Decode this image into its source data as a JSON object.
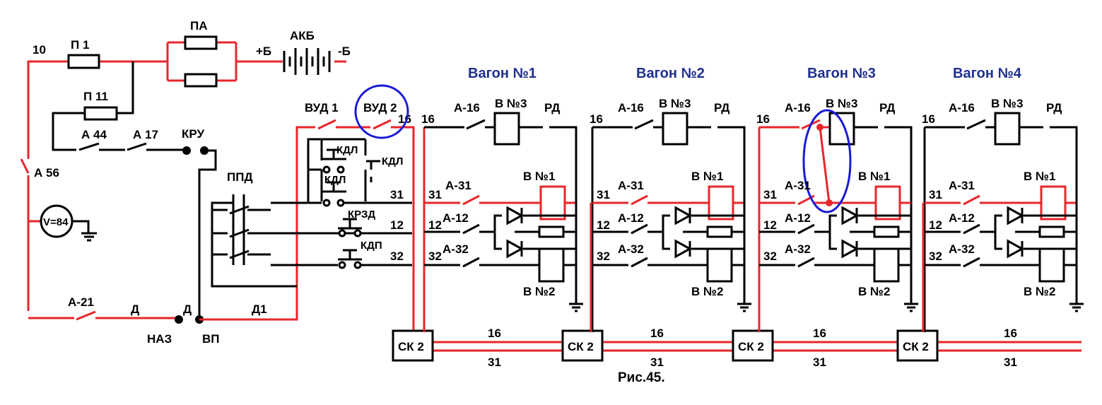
{
  "left": {
    "wire_10": "10",
    "fuse_p1": "П 1",
    "fuse_pa": "ПА",
    "battery": "АКБ",
    "plus_b": "+Б",
    "minus_b": "-Б",
    "fuse_p11": "П 11",
    "a44": "А 44",
    "a17": "А 17",
    "kru": "КРУ",
    "a56": "А 56",
    "voltmeter": "V=84",
    "a21": "А-21",
    "d_left": "Д",
    "d_mid": "Д",
    "d1": "Д1",
    "naz": "НАЗ",
    "vp": "ВП",
    "ppd": "ППД",
    "vud1": "ВУД 1",
    "vud2": "ВУД 2",
    "kdl1": "КДЛ",
    "kdl2": "КДЛ",
    "kdl3": "КДЛ",
    "krzd": "КРЗД",
    "kdp": "КДП",
    "w16": "16",
    "w31": "31",
    "w12": "12",
    "w32": "32"
  },
  "wagons": [
    {
      "title": "Вагон №1"
    },
    {
      "title": "Вагон №2"
    },
    {
      "title": "Вагон №3"
    },
    {
      "title": "Вагон №4"
    }
  ],
  "cell": {
    "a16": "А-16",
    "b3": "В №3",
    "rd": "РД",
    "b1": "В №1",
    "a31": "А-31",
    "a12": "А-12",
    "a32": "А-32",
    "b2": "В №2",
    "n16": "16",
    "n31": "31",
    "n12": "12",
    "n32": "32"
  },
  "bus": {
    "sk": "СК 2",
    "top": "16",
    "bottom": "31"
  },
  "caption": "Рис.45.",
  "colors": {
    "active": "#e8262b",
    "wire": "#000000",
    "highlight": "#1a1ad8",
    "wagon_title": "#1f2f8f"
  }
}
